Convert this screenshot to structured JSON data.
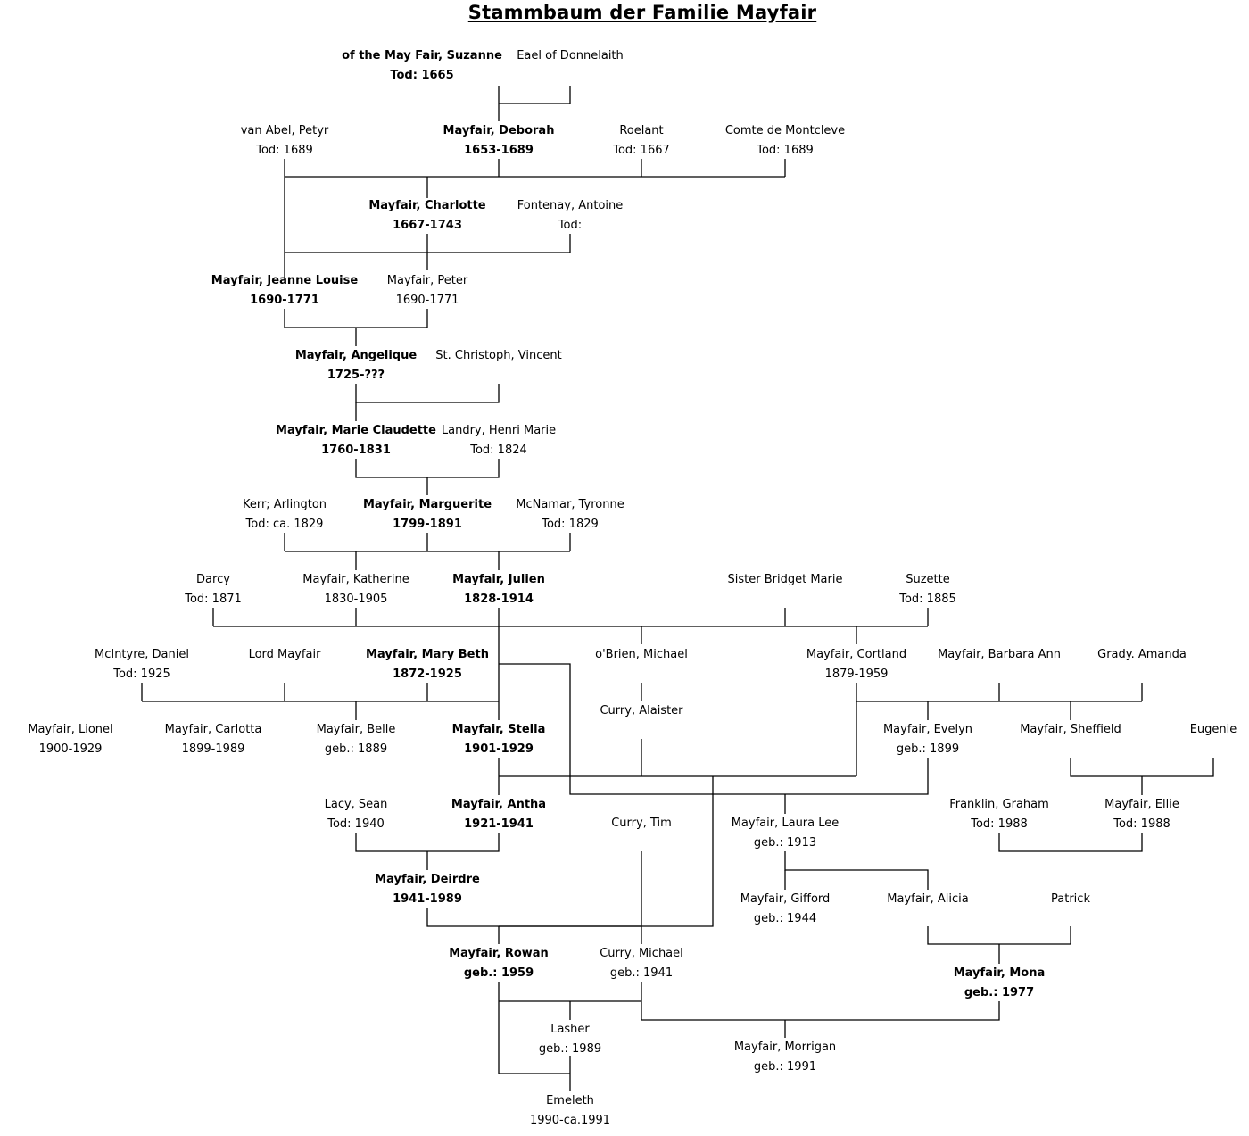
{
  "title": "Stammbaum der Familie Mayfair",
  "people": [
    {
      "name": "of the May Fair, Suzanne",
      "dates": "Tod: 1665",
      "bold": true
    },
    {
      "name": "Eael of Donnelaith",
      "dates": "",
      "bold": false
    },
    {
      "name": "van Abel, Petyr",
      "dates": "Tod: 1689",
      "bold": false
    },
    {
      "name": "Mayfair, Deborah",
      "dates": "1653-1689",
      "bold": true
    },
    {
      "name": "Roelant",
      "dates": "Tod: 1667",
      "bold": false
    },
    {
      "name": "Comte de Montcleve",
      "dates": "Tod: 1689",
      "bold": false
    },
    {
      "name": "Mayfair, Charlotte",
      "dates": "1667-1743",
      "bold": true
    },
    {
      "name": "Fontenay, Antoine",
      "dates": "Tod:",
      "bold": false
    },
    {
      "name": "Mayfair, Jeanne Louise",
      "dates": "1690-1771",
      "bold": true
    },
    {
      "name": "Mayfair, Peter",
      "dates": "1690-1771",
      "bold": false
    },
    {
      "name": "Mayfair, Angelique",
      "dates": "1725-???",
      "bold": true
    },
    {
      "name": "St. Christoph, Vincent",
      "dates": "",
      "bold": false
    },
    {
      "name": "Mayfair, Marie Claudette",
      "dates": "1760-1831",
      "bold": true
    },
    {
      "name": "Landry, Henri Marie",
      "dates": "Tod: 1824",
      "bold": false
    },
    {
      "name": "Kerr; Arlington",
      "dates": "Tod: ca. 1829",
      "bold": false
    },
    {
      "name": "Mayfair, Marguerite",
      "dates": "1799-1891",
      "bold": true
    },
    {
      "name": "McNamar, Tyronne",
      "dates": "Tod: 1829",
      "bold": false
    },
    {
      "name": "Darcy",
      "dates": "Tod: 1871",
      "bold": false
    },
    {
      "name": "Mayfair, Katherine",
      "dates": "1830-1905",
      "bold": false
    },
    {
      "name": "Mayfair, Julien",
      "dates": "1828-1914",
      "bold": true
    },
    {
      "name": "Sister Bridget Marie",
      "dates": "",
      "bold": false
    },
    {
      "name": "Suzette",
      "dates": "Tod: 1885",
      "bold": false
    },
    {
      "name": "McIntyre, Daniel",
      "dates": "Tod: 1925",
      "bold": false
    },
    {
      "name": "Lord Mayfair",
      "dates": "",
      "bold": false
    },
    {
      "name": "Mayfair, Mary Beth",
      "dates": "1872-1925",
      "bold": true
    },
    {
      "name": "o'Brien, Michael",
      "dates": "",
      "bold": false
    },
    {
      "name": "Mayfair, Cortland",
      "dates": "1879-1959",
      "bold": false
    },
    {
      "name": "Mayfair, Barbara Ann",
      "dates": "",
      "bold": false
    },
    {
      "name": "Grady. Amanda",
      "dates": "",
      "bold": false
    },
    {
      "name": "Curry, Alaister",
      "dates": "",
      "bold": false
    },
    {
      "name": "Mayfair, Lionel",
      "dates": "1900-1929",
      "bold": false
    },
    {
      "name": "Mayfair, Carlotta",
      "dates": "1899-1989",
      "bold": false
    },
    {
      "name": "Mayfair, Belle",
      "dates": "geb.: 1889",
      "bold": false
    },
    {
      "name": "Mayfair, Stella",
      "dates": "1901-1929",
      "bold": true
    },
    {
      "name": "Mayfair, Evelyn",
      "dates": "geb.: 1899",
      "bold": false
    },
    {
      "name": "Mayfair, Sheffield",
      "dates": "",
      "bold": false
    },
    {
      "name": "Eugenie",
      "dates": "",
      "bold": false
    },
    {
      "name": "Lacy, Sean",
      "dates": "Tod: 1940",
      "bold": false
    },
    {
      "name": "Mayfair, Antha",
      "dates": "1921-1941",
      "bold": true
    },
    {
      "name": "Franklin, Graham",
      "dates": "Tod: 1988",
      "bold": false
    },
    {
      "name": "Mayfair, Ellie",
      "dates": "Tod: 1988",
      "bold": false
    },
    {
      "name": "Curry, Tim",
      "dates": "",
      "bold": false
    },
    {
      "name": "Mayfair, Laura Lee",
      "dates": "geb.: 1913",
      "bold": false
    },
    {
      "name": "Mayfair, Deirdre",
      "dates": "1941-1989",
      "bold": true
    },
    {
      "name": "Mayfair, Gifford",
      "dates": "geb.: 1944",
      "bold": false
    },
    {
      "name": "Mayfair, Alicia",
      "dates": "",
      "bold": false
    },
    {
      "name": "Patrick",
      "dates": "",
      "bold": false
    },
    {
      "name": "Mayfair, Rowan",
      "dates": "geb.: 1959",
      "bold": true
    },
    {
      "name": "Curry, Michael",
      "dates": "geb.: 1941",
      "bold": false
    },
    {
      "name": "Mayfair, Mona",
      "dates": "geb.: 1977",
      "bold": true
    },
    {
      "name": "Lasher",
      "dates": "geb.: 1989",
      "bold": false
    },
    {
      "name": "Mayfair, Morrigan",
      "dates": "geb.: 1991",
      "bold": false
    },
    {
      "name": "Emeleth",
      "dates": "1990-ca.1991",
      "bold": false
    }
  ]
}
